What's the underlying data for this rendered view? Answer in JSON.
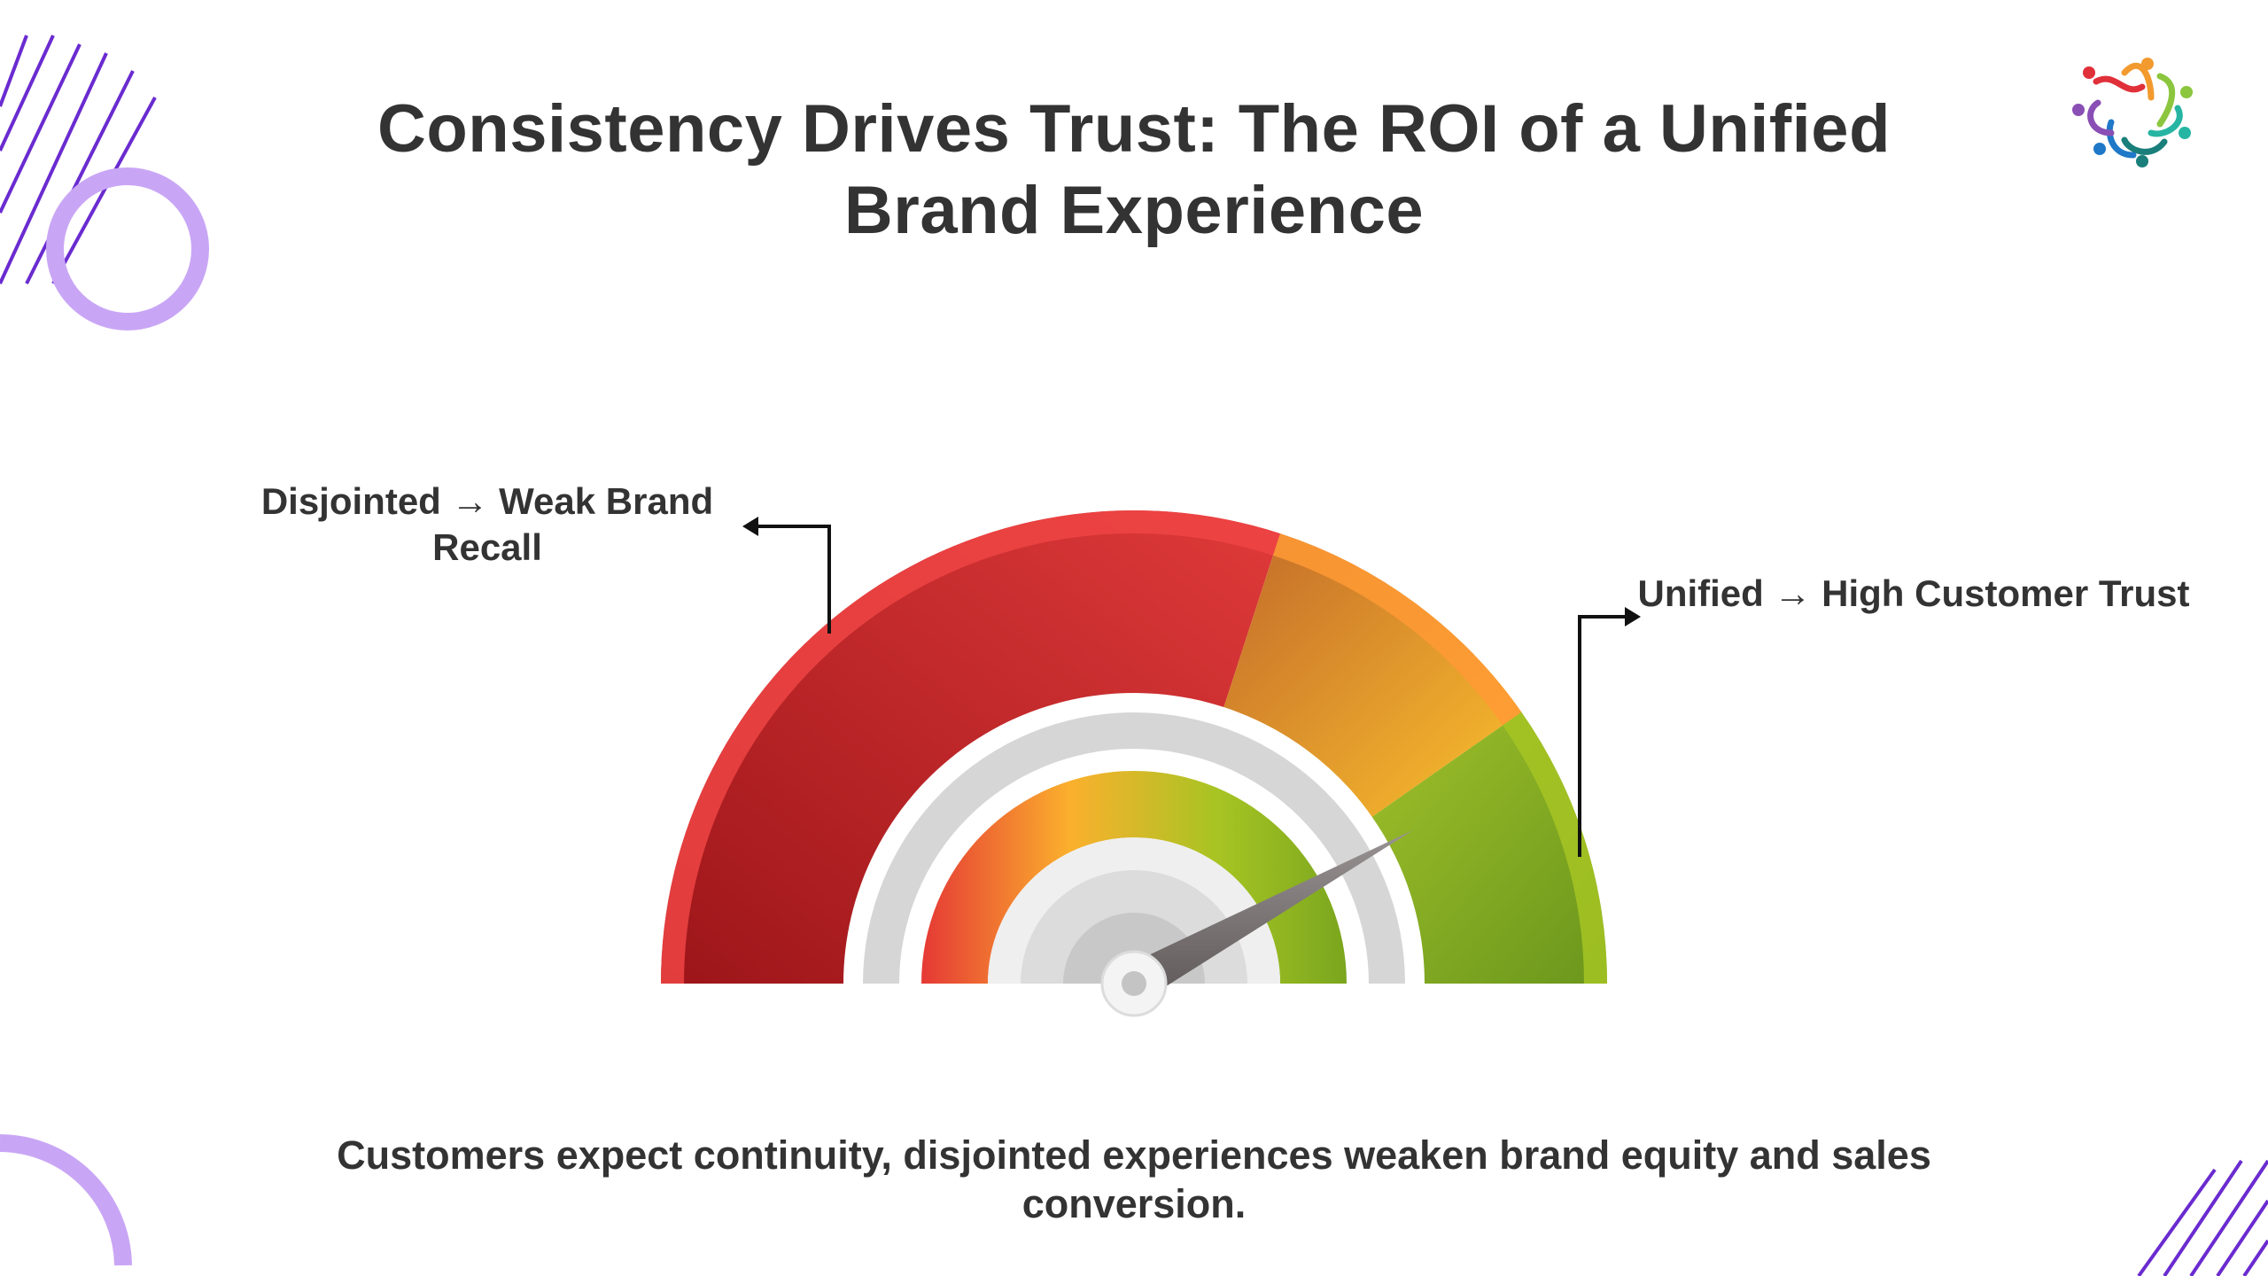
{
  "title": "Consistency Drives Trust: The ROI of a Unified Brand Experience",
  "labels": {
    "left": "Disjointed → Weak Brand Recall",
    "right": "Unified → High Customer Trust"
  },
  "footer": "Customers expect continuity, disjointed experiences weaken brand equity and sales conversion.",
  "gauge": {
    "segments": [
      {
        "name": "red",
        "color": "#d63232"
      },
      {
        "name": "orange",
        "color": "#f29a2e"
      },
      {
        "name": "green",
        "color": "#86b12a"
      }
    ],
    "needle_value_fraction": 0.84
  },
  "colors": {
    "accent": "#7b3fd6",
    "ring": "#c9a6f5"
  }
}
